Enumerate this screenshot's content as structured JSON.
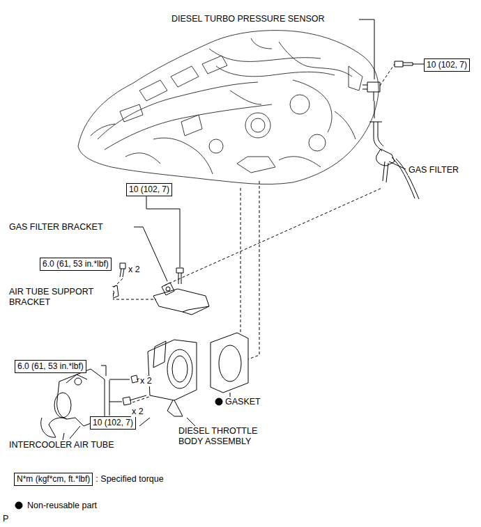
{
  "diagram": {
    "nodes": [
      {
        "text": [
          "10 (102, 7)"
        ]
      },
      {
        "text": [
          "10 (102, 7)"
        ]
      },
      {
        "text": [
          "6.0 (61, 53 in.*lbf)"
        ]
      },
      {
        "text": [
          "6.0 (61, 53 in.*lbf)"
        ]
      },
      {
        "text": [
          "10 (102, 7)"
        ]
      },
      {
        "text": [
          "N*m (kgf*cm, ft.*lbf)"
        ]
      }
    ],
    "labels": [
      "DIESEL TURBO PRESSURE SENSOR",
      "GAS FILTER",
      "GAS FILTER BRACKET",
      "x 2",
      "AIR TUBE SUPPORT BRACKET",
      "x 2",
      "GASKET",
      "x 2",
      "INTERCOOLER AIR TUBE",
      "DIESEL THROTTLE BODY ASSEMBLY",
      "P"
    ],
    "legend": [
      {
        "text": ": Specified torque"
      },
      {
        "text": "Non-reusable part"
      }
    ]
  }
}
